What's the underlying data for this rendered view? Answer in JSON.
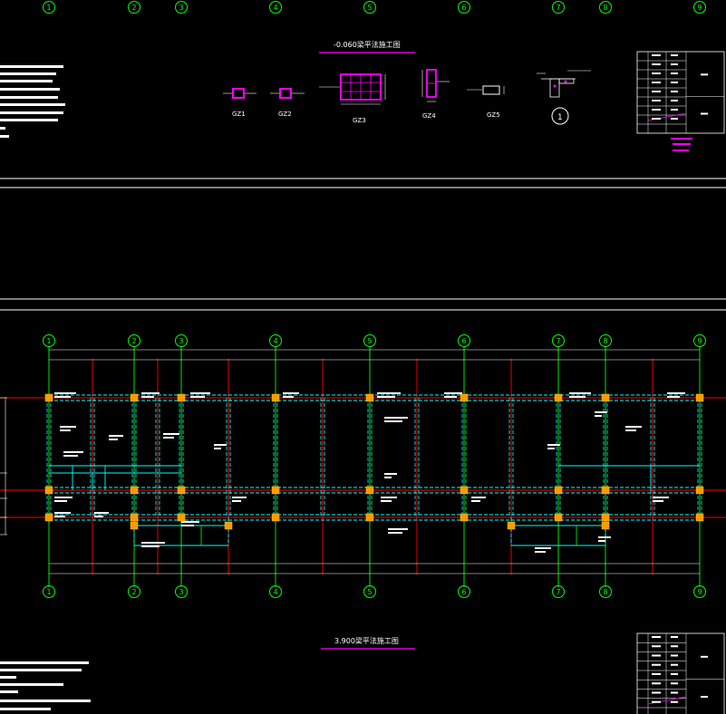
{
  "drawing": {
    "axis_labels": [
      "1",
      "2",
      "3",
      "4",
      "5",
      "6",
      "7",
      "8",
      "9"
    ],
    "top_title": "-0.060梁平法施工图",
    "bottom_title": "3.900梁平法施工图",
    "column_sections": [
      "GZ1",
      "GZ2",
      "GZ3",
      "GZ4",
      "GZ5"
    ],
    "detail_mark": "1",
    "colors": {
      "axis_green": "#00ff00",
      "beam_cyan": "#00ffff",
      "axis_red": "#ff0000",
      "column_orange": "#ff9900",
      "title_magenta": "#ff00ff",
      "dim_white": "#ffffff"
    }
  }
}
